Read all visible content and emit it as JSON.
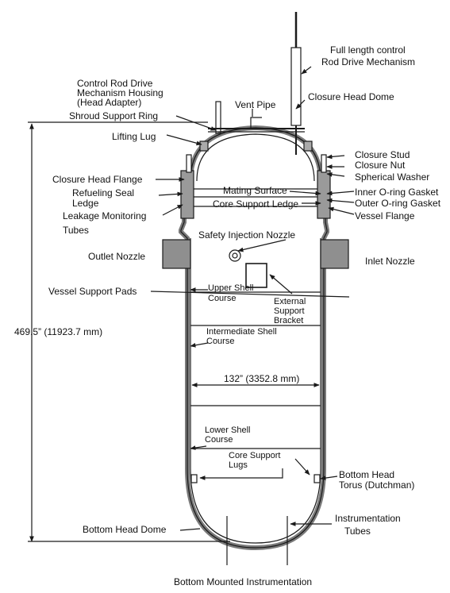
{
  "diagram": {
    "colors": {
      "line": "#1a1a1a",
      "shell_fill": "#8f8f8f",
      "shell_dark": "#5a5a5a",
      "background": "#ffffff"
    },
    "labels": {
      "full_length_crdm_1": "Full length control",
      "full_length_crdm_2": "Rod Drive  Mechanism",
      "closure_head_dome": "Closure Head Dome",
      "vent_pipe": "Vent Pipe",
      "crdm_housing_1": "Control Rod Drive",
      "crdm_housing_2": "Mechanism Housing",
      "crdm_housing_3": "(Head Adapter)",
      "shroud_support_ring": "Shroud Support Ring",
      "lifting_lug": "Lifting Lug",
      "closure_stud": "Closure Stud",
      "closure_nut": "Closure Nut",
      "spherical_washer": "Spherical Washer",
      "closure_head_flange": "Closure Head Flange",
      "refueling_seal_1": "Refueling Seal",
      "refueling_seal_2": "Ledge",
      "mating_surface": "Mating Surface",
      "inner_oring": "Inner O-ring Gasket",
      "outer_oring": "Outer O-ring Gasket",
      "core_support_ledge": "Core Support Ledge",
      "vessel_flange": "Vessel Flange",
      "leakage_monitoring_1": "Leakage Monitoring",
      "leakage_monitoring_2": "Tubes",
      "safety_injection_nozzle": "Safety Injection Nozzle",
      "outlet_nozzle": "Outlet Nozzle",
      "inlet_nozzle": "Inlet Nozzle",
      "vessel_support_pads": "Vessel Support Pads",
      "upper_shell_1": "Upper Shell",
      "upper_shell_2": "Course",
      "external_support_1": "External",
      "external_support_2": "Support",
      "external_support_3": "Bracket",
      "height_dimension": "469.5”  (11923.7  mm)",
      "intermediate_shell_1": "Intermediate Shell",
      "intermediate_shell_2": "Course",
      "diameter_dimension": "132” (3352.8 mm)",
      "lower_shell_1": "Lower Shell",
      "lower_shell_2": "Course",
      "core_support_lugs_1": "Core Support",
      "core_support_lugs_2": "Lugs",
      "bottom_head_torus_1": "Bottom Head",
      "bottom_head_torus_2": "Torus (Dutchman)",
      "bottom_head_dome": "Bottom Head Dome",
      "instrumentation_tubes_1": "Instrumentation",
      "instrumentation_tubes_2": "Tubes",
      "bottom_mounted_instrumentation": "Bottom Mounted Instrumentation"
    }
  }
}
